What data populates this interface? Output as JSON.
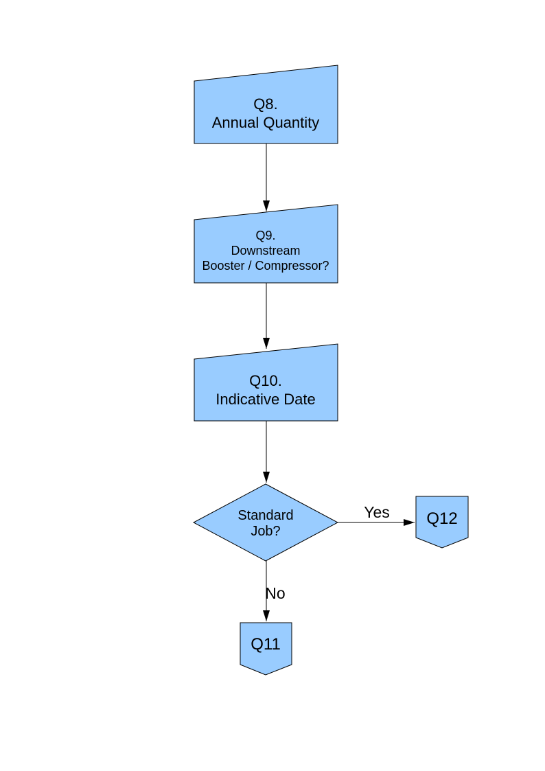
{
  "page": {
    "background_color": "#FFFFFF"
  },
  "flowchart": {
    "style": {
      "shape_fill": "#99CCFF",
      "shape_stroke": "#000000",
      "connector_color": "#000000",
      "text_color": "#000000"
    },
    "nodes": {
      "q8": {
        "type": "manual-input-box",
        "lines": [
          "Q8.",
          "Annual Quantity"
        ]
      },
      "q9": {
        "type": "manual-input-box",
        "lines": [
          "Q9.",
          "Downstream",
          "Booster / Compressor?"
        ]
      },
      "q10": {
        "type": "manual-input-box",
        "lines": [
          "Q10.",
          "Indicative Date"
        ]
      },
      "standard_job": {
        "type": "decision-diamond",
        "lines": [
          "Standard",
          "Job?"
        ]
      },
      "q12": {
        "type": "off-page-connector",
        "label": "Q12"
      },
      "q11": {
        "type": "off-page-connector",
        "label": "Q11"
      }
    },
    "edges": {
      "decision_to_q12": {
        "label": "Yes"
      },
      "decision_to_q11": {
        "label": "No"
      }
    }
  }
}
